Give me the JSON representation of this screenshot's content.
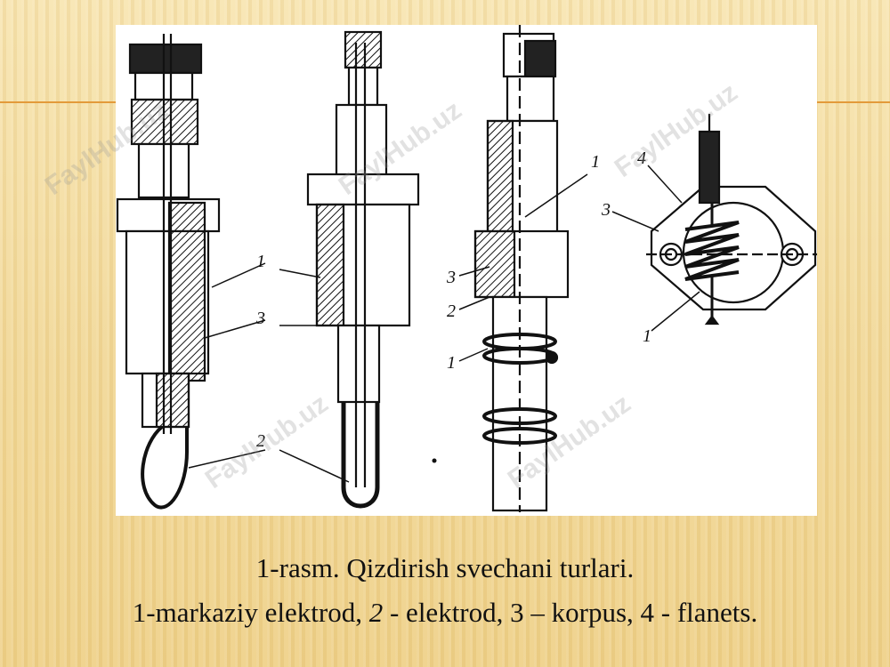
{
  "slide": {
    "caption_line1": "1-rasm. Qizdirish svechani turlari.",
    "caption_line2": {
      "part1": "1-markaziy elektrod, ",
      "part2_italic": "2",
      "part3": " - elektrod, 3 – korpus, 4 - flanets."
    },
    "watermark": "FaylHub.uz",
    "accent_color": "#e39a3a"
  },
  "diagram": {
    "labels": {
      "plug1_a": "1",
      "plug1_b": "3",
      "plug1_c": "2",
      "plug3_a": "1",
      "plug3_b": "3",
      "plug3_c": "2",
      "plug3_d": "1",
      "flange_a": "4",
      "flange_b": "3",
      "flange_c": "1"
    }
  }
}
